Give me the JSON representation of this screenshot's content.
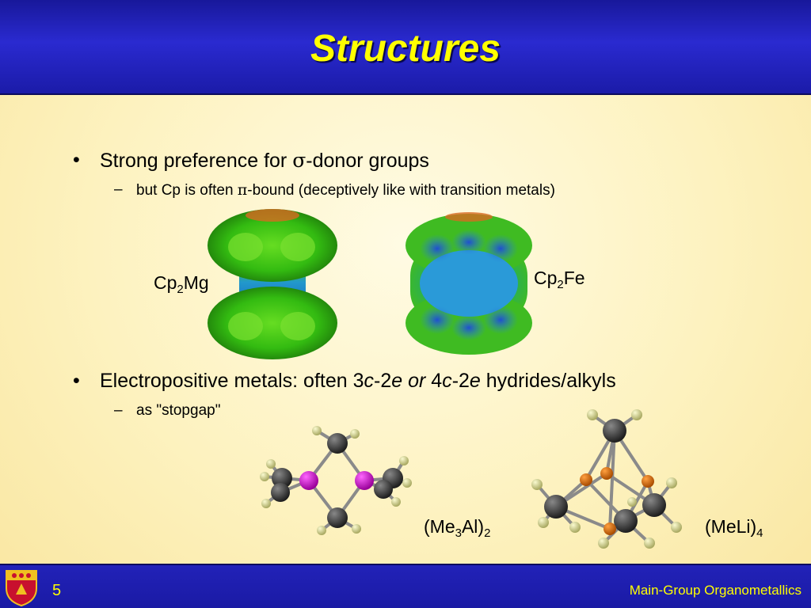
{
  "header": {
    "title": "Structures"
  },
  "bullets": [
    {
      "mark": "•",
      "pre": "Strong preference for ",
      "symbol": "σ",
      "post": "-donor groups",
      "sub": {
        "mark": "–",
        "pre": "but Cp is often ",
        "symbol": "π",
        "post": "-bound (deceptively like with transition metals)"
      }
    },
    {
      "mark": "•",
      "t1": "Electropositive metals: often 3",
      "i1": "c",
      "t2": "-2",
      "i2": "e or",
      "t3": " 4",
      "i3": "c",
      "t4": "-2",
      "i4": "e",
      "t5": " hydrides/alkyls",
      "sub": {
        "mark": "–",
        "text": "as \"stopgap\""
      }
    }
  ],
  "labels": {
    "cp2mg": {
      "a": "Cp",
      "s": "2",
      "b": "Mg"
    },
    "cp2fe": {
      "a": "Cp",
      "s": "2",
      "b": "Fe"
    },
    "me3al2": {
      "a": "(Me",
      "s1": "3",
      "b": "Al)",
      "s2": "2"
    },
    "meli4": {
      "a": "(MeLi)",
      "s": "4"
    }
  },
  "footer": {
    "slide_number": "5",
    "course": "Main-Group Organometallics"
  },
  "colors": {
    "title": "#ffff00",
    "header_bg": "#2020c0",
    "slide_bg": "#fdf2bf",
    "carbon": "#2b2b2b",
    "hydrogen": "#d8d890",
    "aluminium": "#cc00cc",
    "lithium": "#d96b00"
  }
}
